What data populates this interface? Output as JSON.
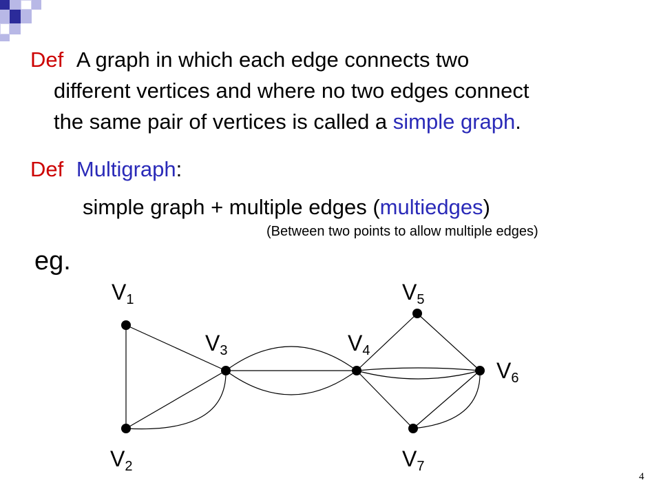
{
  "def1": {
    "keyword": "Def",
    "line1": "A graph in which each edge connects two",
    "line2": "different vertices and where no two edges connect",
    "line3_pre": "the same pair of vertices is called a ",
    "line3_term": "simple graph",
    "line3_post": "."
  },
  "def2": {
    "keyword": "Def",
    "term": "Multigraph",
    "colon": ":"
  },
  "formula": {
    "pre": "simple graph + multiple edges (",
    "term": "multiedges",
    "post": ")"
  },
  "note": "(Between two points to allow multiple edges)",
  "eg_label": "eg.",
  "vertices": [
    {
      "label": "V",
      "sub": "1"
    },
    {
      "label": "V",
      "sub": "2"
    },
    {
      "label": "V",
      "sub": "3"
    },
    {
      "label": "V",
      "sub": "4"
    },
    {
      "label": "V",
      "sub": "5"
    },
    {
      "label": "V",
      "sub": "6"
    },
    {
      "label": "V",
      "sub": "7"
    }
  ],
  "edges": [
    [
      "V1",
      "V2"
    ],
    [
      "V1",
      "V3"
    ],
    [
      "V2",
      "V3"
    ],
    [
      "V2",
      "V3"
    ],
    [
      "V3",
      "V4"
    ],
    [
      "V3",
      "V4"
    ],
    [
      "V3",
      "V4"
    ],
    [
      "V4",
      "V5"
    ],
    [
      "V5",
      "V6"
    ],
    [
      "V4",
      "V6"
    ],
    [
      "V4",
      "V6"
    ],
    [
      "V4",
      "V7"
    ],
    [
      "V7",
      "V6"
    ],
    [
      "V7",
      "V6"
    ]
  ],
  "page_number": "4",
  "colors": {
    "keyword": "#cc0000",
    "term": "#2a2ab8",
    "logo_dark": "#2b2b9a",
    "logo_light": "#b8b8e6"
  }
}
